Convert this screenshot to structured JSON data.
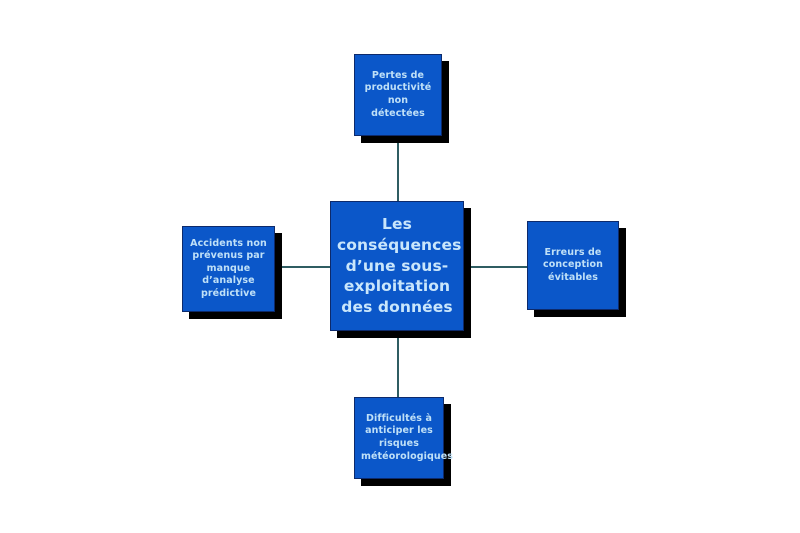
{
  "diagram": {
    "type": "hub-and-spoke",
    "background_color": "#ffffff",
    "node_fill_color": "#0b57c9",
    "node_border_color": "#0d2a6b",
    "node_shadow_color": "#000000",
    "node_text_color": "#bfe0f7",
    "connector_color": "#2f5d62",
    "center": {
      "label": "Les conséquences d’une sous-exploitation des données"
    },
    "branches": [
      {
        "position": "top",
        "label": "Pertes de productivité non détectées"
      },
      {
        "position": "right",
        "label": "Erreurs de conception évitables"
      },
      {
        "position": "bottom",
        "label": "Difficultés à anticiper les risques météorologiques"
      },
      {
        "position": "left",
        "label": "Accidents non prévenus par manque d’analyse prédictive"
      }
    ]
  }
}
